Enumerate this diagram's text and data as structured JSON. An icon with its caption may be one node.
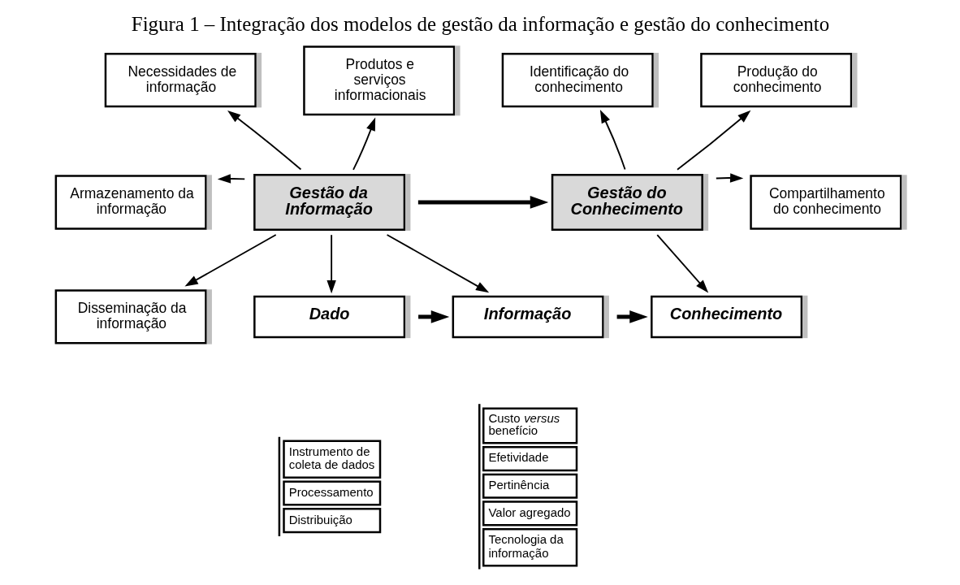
{
  "diagram": {
    "title": "Figura 1 – Integração dos modelos de gestão da informação e gestão do conhecimento",
    "nodes": [
      {
        "text": [
          "Necessidades de informação"
        ]
      },
      {
        "text": [
          "Produtos e serviços informacionais"
        ]
      },
      {
        "text": [
          "Identificação do conhecimento"
        ]
      },
      {
        "text": [
          "Produção do conhecimento"
        ]
      },
      {
        "text": [
          "Armazenamento da informação"
        ]
      },
      {
        "text": [
          "Gestão da Informação"
        ]
      },
      {
        "text": [
          "Gestão do Conhecimento"
        ]
      },
      {
        "text": [
          "Compartilhamento do conhecimento"
        ]
      },
      {
        "text": [
          "Disseminação da informação"
        ]
      },
      {
        "text": [
          "Dado"
        ],
        "beside": [
          "Instrumento de coleta de dados",
          "Processamento",
          "Distribuição"
        ]
      },
      {
        "text": [
          "Informação"
        ],
        "beside": [
          "Custo *versus* benefício",
          "Efetividade",
          "Pertinência",
          "Valor agregado",
          "Tecnologia da informação"
        ]
      },
      {
        "text": [
          "Conhecimento"
        ]
      }
    ],
    "edges": [
      {
        "from": 5,
        "to": 0,
        "arrow": "to"
      },
      {
        "from": 5,
        "to": 1,
        "arrow": "to"
      },
      {
        "from": 5,
        "to": 4,
        "arrow": "to"
      },
      {
        "from": 5,
        "to": 8,
        "arrow": "to"
      },
      {
        "from": 5,
        "to": 6,
        "arrow": "to",
        "style": "thick"
      },
      {
        "from": 6,
        "to": 2,
        "arrow": "to"
      },
      {
        "from": 6,
        "to": 3,
        "arrow": "to"
      },
      {
        "from": 6,
        "to": 7,
        "arrow": "to"
      },
      {
        "from": 5,
        "to": 9,
        "arrow": "to"
      },
      {
        "from": 5,
        "to": 10,
        "arrow": "to"
      },
      {
        "from": 6,
        "to": 11,
        "arrow": "to"
      },
      {
        "from": 9,
        "to": 10,
        "arrow": "to",
        "style": "thick"
      },
      {
        "from": 10,
        "to": 11,
        "arrow": "to",
        "style": "thick"
      }
    ]
  }
}
